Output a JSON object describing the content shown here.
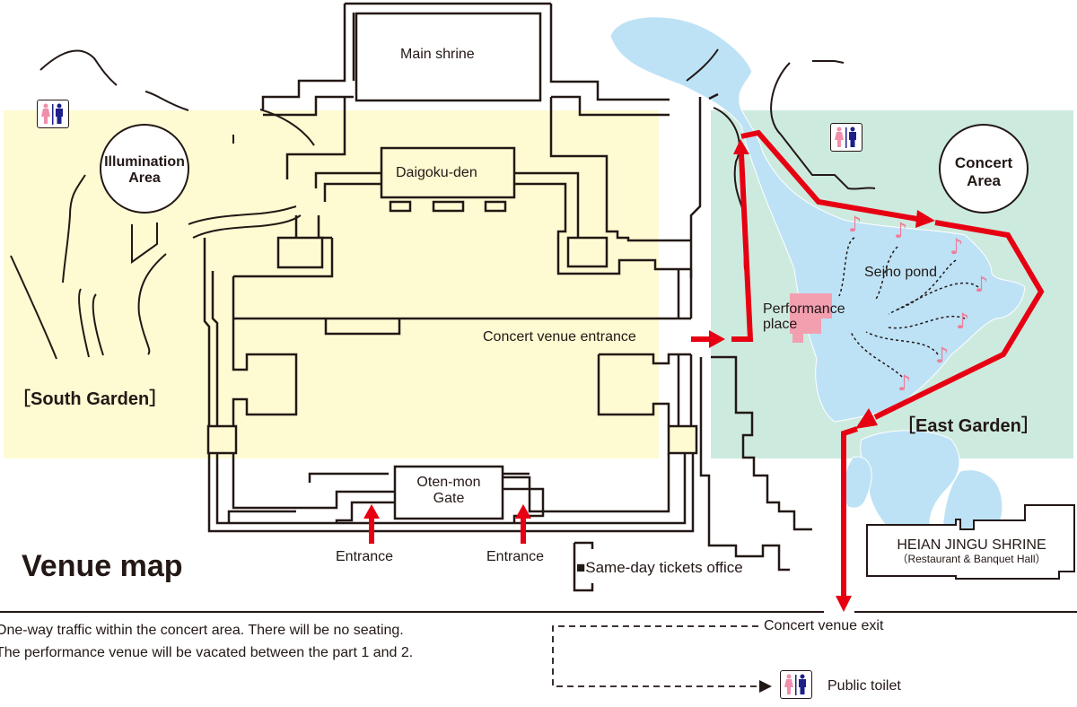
{
  "title": "Venue map",
  "colors": {
    "south_garden_fill": "#fefbd3",
    "east_garden_fill": "#cdeadf",
    "pond_fill": "#bde2f6",
    "route_red": "#e60012",
    "performance_place_fill": "#f29fb0",
    "music_note": "#ef7d99",
    "ink": "#231815",
    "toilet_female": "#f08fab",
    "toilet_male": "#1d2088"
  },
  "areas": {
    "illumination": "Illumination Area",
    "illumination_line1": "Illumination",
    "illumination_line2": "Area",
    "concert_line1": "Concert",
    "concert_line2": "Area",
    "south_garden": "［South Garden］",
    "east_garden": "［East Garden］"
  },
  "buildings": {
    "main_shrine": "Main shrine",
    "daigoku_den": "Daigoku-den",
    "oten_mon_line1": "Oten-mon",
    "oten_mon_line2": "Gate",
    "heian_jingu": "HEIAN JINGU SHRINE",
    "heian_jingu_sub": "（Restaurant & Banquet Hall）",
    "tickets_office": "■Same-day tickets office"
  },
  "pond": {
    "name": "Seiho pond",
    "performance_line1": "Performance",
    "performance_line2": "place"
  },
  "markers": {
    "entrance_left": "Entrance",
    "entrance_right": "Entrance",
    "concert_entrance": "Concert venue entrance",
    "concert_exit": "Concert venue exit",
    "public_toilet": "Public toilet"
  },
  "icons": {
    "toilet": "restroom-icon",
    "music_note": "music-note-icon",
    "route_arrow": "red-arrow-icon"
  },
  "notes": [
    "One-way traffic within the concert area. There will be no seating.",
    "The performance venue will be vacated between the part 1 and 2."
  ]
}
